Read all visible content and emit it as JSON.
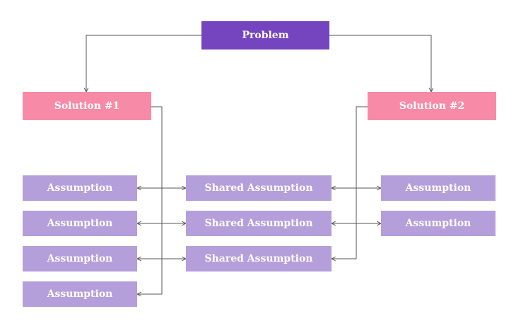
{
  "problem": {
    "label": "Problem",
    "color": "#7544bf"
  },
  "solutions": [
    {
      "label": "Solution #1"
    },
    {
      "label": "Solution #2"
    }
  ],
  "solution_color": "#f78aa7",
  "assumption_color": "#b59fda",
  "left_assumptions": [
    {
      "label": "Assumption"
    },
    {
      "label": "Assumption"
    },
    {
      "label": "Assumption"
    },
    {
      "label": "Assumption"
    }
  ],
  "shared_assumptions": [
    {
      "label": "Shared Assumption"
    },
    {
      "label": "Shared Assumption"
    },
    {
      "label": "Shared Assumption"
    }
  ],
  "right_assumptions": [
    {
      "label": "Assumption"
    },
    {
      "label": "Assumption"
    }
  ],
  "connector_color": "#555555"
}
